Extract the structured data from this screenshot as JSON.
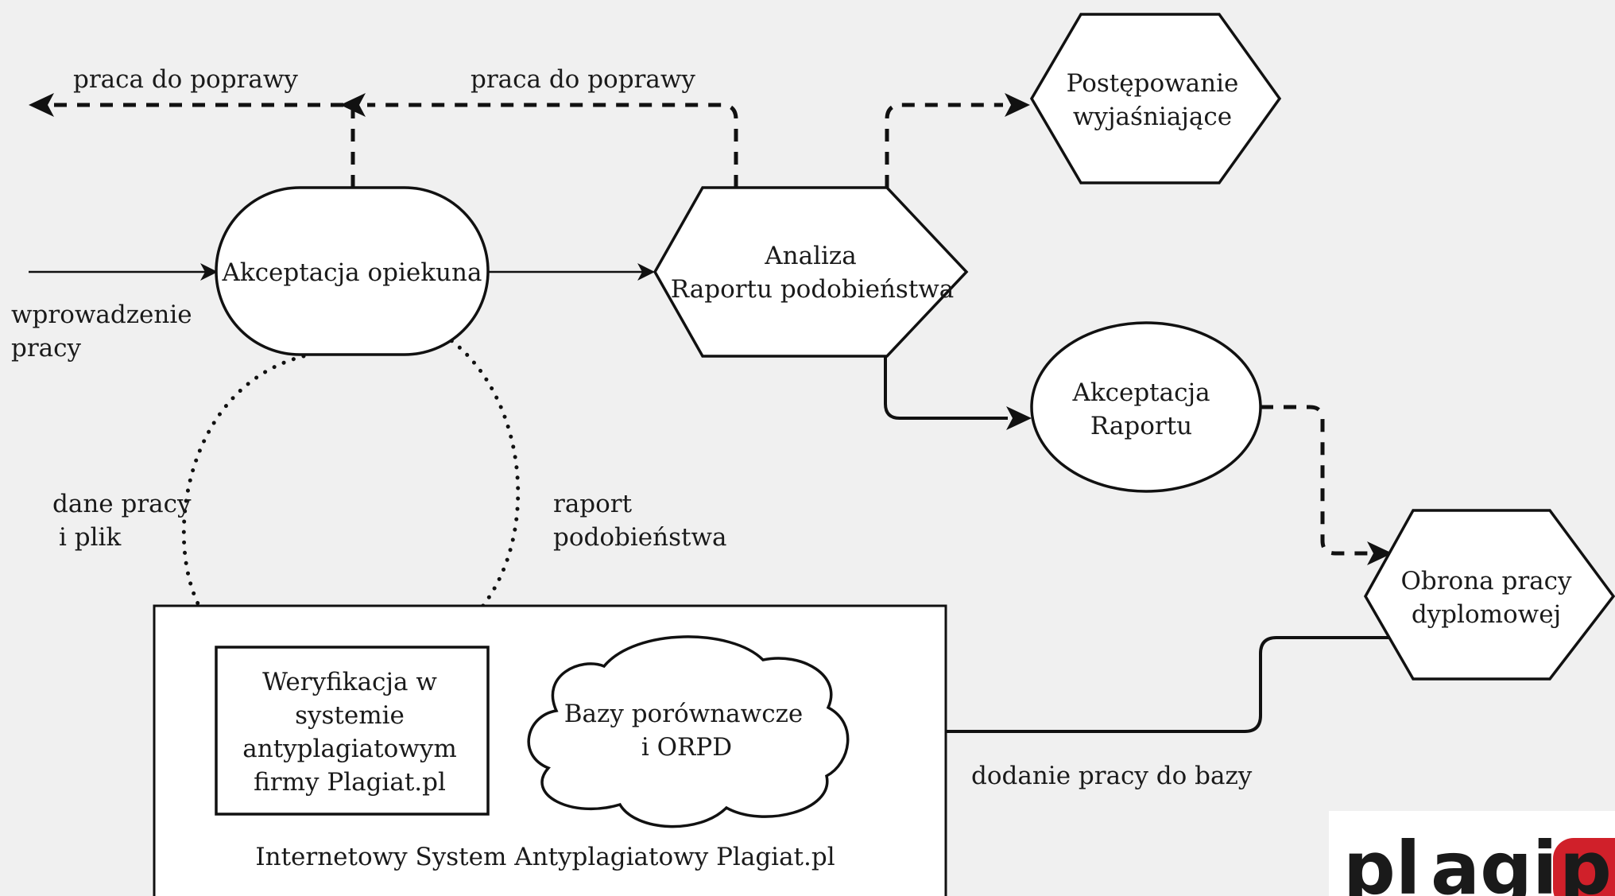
{
  "nodes": {
    "akceptacja_opiekuna": "Akceptacja opiekuna",
    "analiza": [
      "Analiza",
      "Raportu podobieństwa"
    ],
    "postepowanie": [
      "Postępowanie",
      "wyjaśniające"
    ],
    "akceptacja_raportu": [
      "Akceptacja",
      "Raportu"
    ],
    "obrona": [
      "Obrona pracy",
      "dyplomowej"
    ],
    "weryfikacja": [
      "Weryfikacja w",
      "systemie",
      "antyplagiatowym",
      "firmy Plagiat.pl"
    ],
    "bazy": [
      "Bazy porównawcze",
      "i ORPD"
    ],
    "system": "Internetowy System Antyplagiatowy Plagiat.pl"
  },
  "labels": {
    "praca_do_poprawy_1": "praca do poprawy",
    "praca_do_poprawy_2": "praca do poprawy",
    "wprowadzenie": [
      "wprowadzenie",
      "pracy"
    ],
    "dane_pracy": [
      "dane pracy",
      "i plik"
    ],
    "raport": [
      "raport",
      "podobieństwa"
    ],
    "dodanie": "dodanie pracy do bazy"
  },
  "logo": {
    "text_left": "pl",
    "text_mid": "agiat",
    "text_badge": "pl",
    "color_red": "#d0202a",
    "color_dark": "#1e1e1e"
  }
}
